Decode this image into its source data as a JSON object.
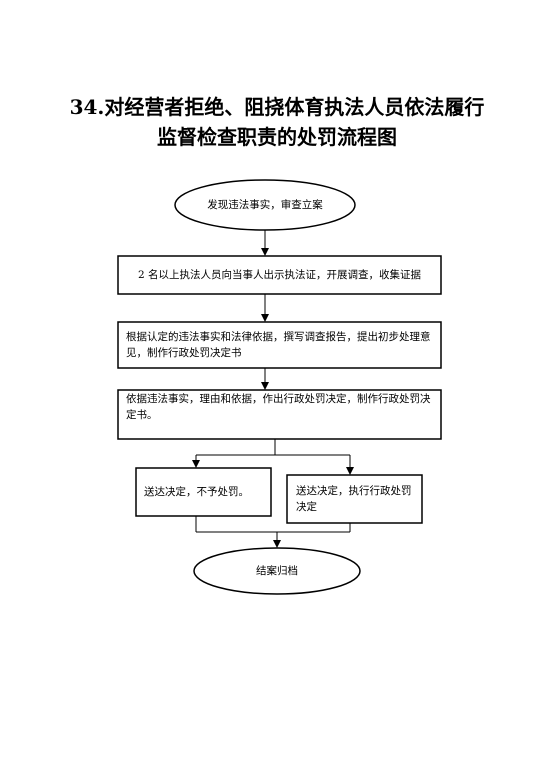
{
  "title": {
    "line1": "34.对经营者拒绝、阻挠体育执法人员依法履行",
    "line2": "监督检查职责的处罚流程图"
  },
  "flow": {
    "start": "发现违法事实，审查立案",
    "step1": "2 名以上执法人员向当事人出示执法证，开展调查，收集证据",
    "step2": "根据认定的违法事实和法律依据，撰写调查报告，提出初步处理意见，制作行政处罚决定书",
    "step3": "依据违法事实，理由和依据，作出行政处罚决定，制作行政处罚决定书。",
    "branch_left": "送达决定，不予处罚。",
    "branch_right": "送达决定，执行行政处罚决定",
    "end": "结案归档"
  }
}
